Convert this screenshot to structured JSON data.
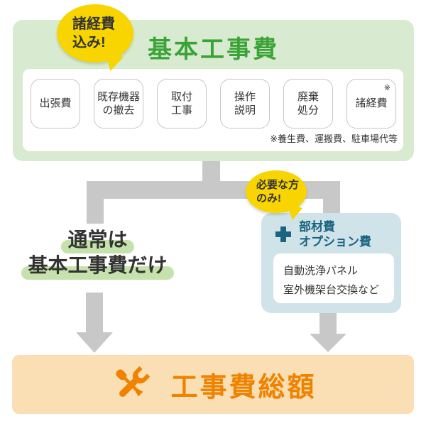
{
  "basic": {
    "bubble": "諸経費\n込み!",
    "title": "基本工事費",
    "items": [
      "出張費",
      "既存機器\nの撤去",
      "取付\n工事",
      "操作\n説明",
      "廃棄\n処分",
      "諸経費"
    ],
    "footnote_mark": "※",
    "footnote": "※養生費、運搬費、駐車場代等"
  },
  "left_branch": {
    "line1": "通常は",
    "line2": "基本工事費だけ"
  },
  "right_branch": {
    "bubble": "必要な方\nのみ!",
    "title": "部材費\nオプション費",
    "examples": "自動洗浄パネル\n室外機架台交換など"
  },
  "total": {
    "title": "工事費総額"
  },
  "colors": {
    "panel_green": "#d8ebd0",
    "title_green": "#3aa336",
    "highlight_green": "#c6e2ac",
    "bubble_yellow": "#f8d500",
    "connector_gray": "#c8c8c8",
    "panel_blue": "#cfe3e8",
    "accent_teal": "#1a6480",
    "panel_orange": "#f9dfb3",
    "accent_orange": "#ef8200",
    "text_dark": "#333333"
  }
}
